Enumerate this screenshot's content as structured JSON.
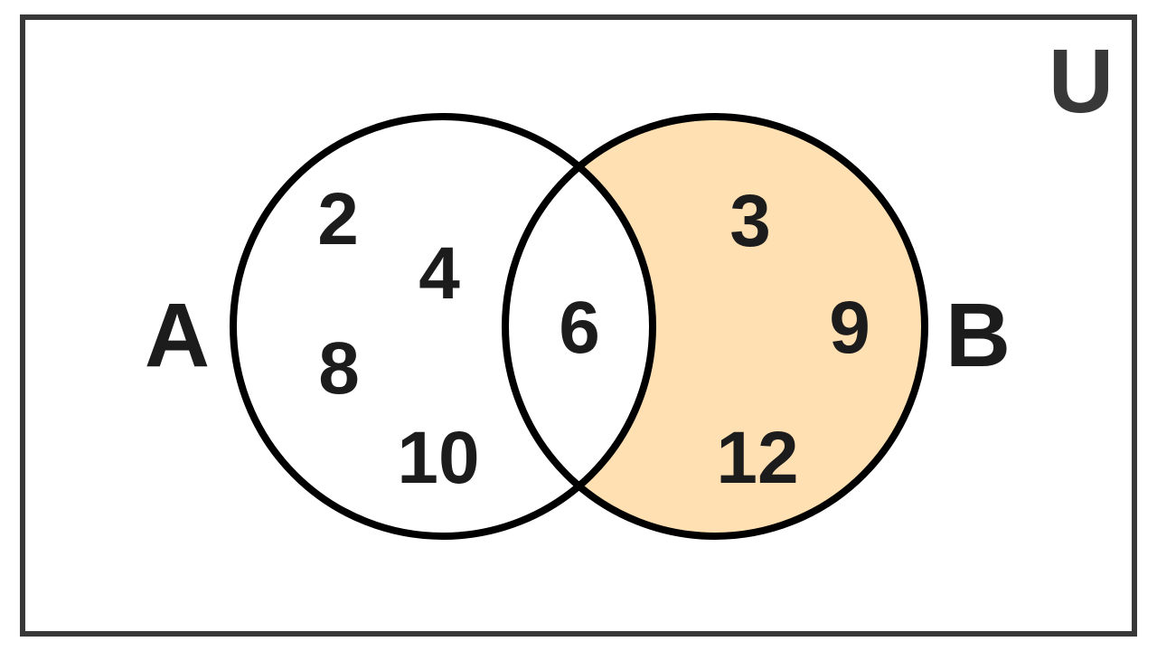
{
  "diagram": {
    "type": "venn",
    "universe": {
      "label": "U"
    },
    "sets": [
      {
        "id": "A",
        "label": "A"
      },
      {
        "id": "B",
        "label": "B"
      }
    ],
    "regions": {
      "a_only": {
        "elements": [
          "2",
          "4",
          "8",
          "10"
        ],
        "shaded": false
      },
      "a_and_b": {
        "elements": [
          "6"
        ],
        "shaded": false
      },
      "b_only": {
        "elements": [
          "3",
          "9",
          "12"
        ],
        "shaded": true
      }
    },
    "shaded_region_description": "B − A (elements in B but not in A)"
  },
  "colors": {
    "shade": "#FFE0B3",
    "circle_stroke": "#000000",
    "frame_stroke": "#383838",
    "text": "#1c1c1c",
    "universe_label": "#383838",
    "background": "#ffffff"
  }
}
